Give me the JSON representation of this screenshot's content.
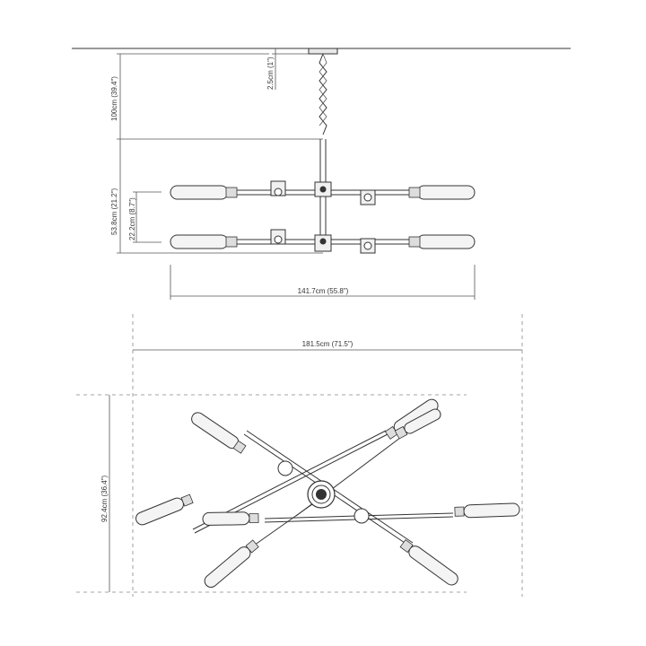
{
  "dimensions": {
    "canopy_drop": "2.5cm (1\")",
    "chain_length": "100cm (39.4\")",
    "fixture_height": "53.8cm (21.2\")",
    "tier_spacing": "22.2cm (8.7\")",
    "side_width": "141.7cm (55.8\")",
    "top_length": "181.5cm (71.5\")",
    "top_width": "92.4cm (36.4\")"
  }
}
